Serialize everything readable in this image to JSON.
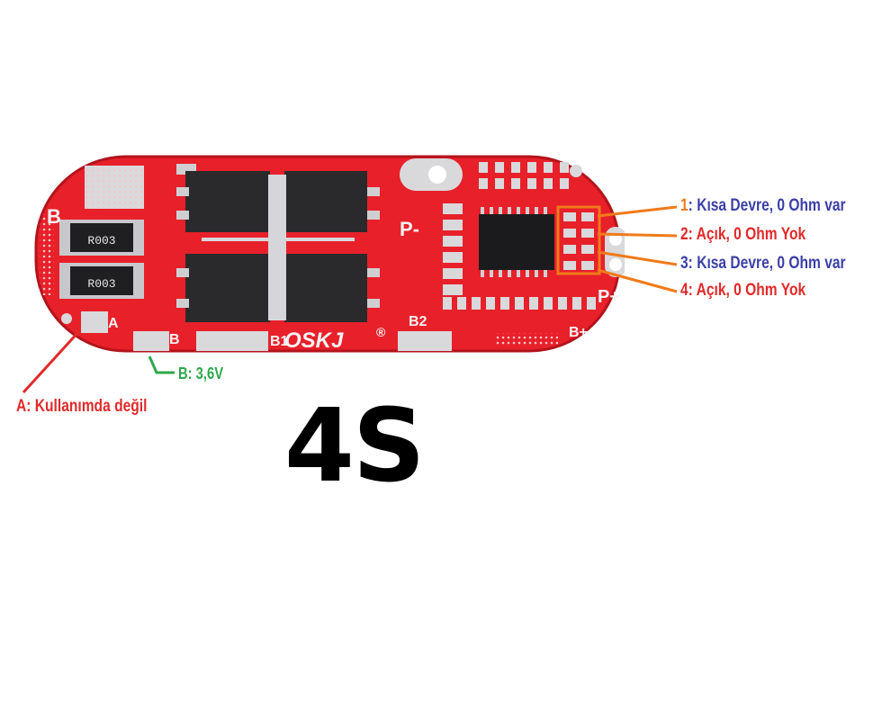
{
  "board": {
    "silkscreen": {
      "b_top": "B",
      "a": "A",
      "b": "B",
      "b1": "B1",
      "b2": "B2",
      "p_minus": "P-",
      "p_plus": "P+",
      "b_plus": "B+",
      "brand": "OSKJ",
      "registered": "®"
    },
    "resistor_top": "R003",
    "resistor_bottom": "R003",
    "colors": {
      "pcb": "#e8202a",
      "mosfet": "#2a2a2c",
      "pad": "#d9d9dc",
      "highlight_box": "#f07a1a"
    }
  },
  "annotations": {
    "items": [
      {
        "num": "1",
        "text": ": Kısa Devre, 0 Ohm var",
        "color": "#3b3fa6"
      },
      {
        "num": "2",
        "text": ": Açık, 0 Ohm Yok",
        "color": "#e02a2a"
      },
      {
        "num": "3",
        "text": ": Kısa Devre, 0 Ohm var",
        "color": "#3b3fa6"
      },
      {
        "num": "4",
        "text": ": Açık, 0 Ohm Yok",
        "color": "#e02a2a"
      }
    ],
    "a_label": "A: Kullanımda değil",
    "b_label": "B: 3,6V"
  },
  "title": "4S"
}
